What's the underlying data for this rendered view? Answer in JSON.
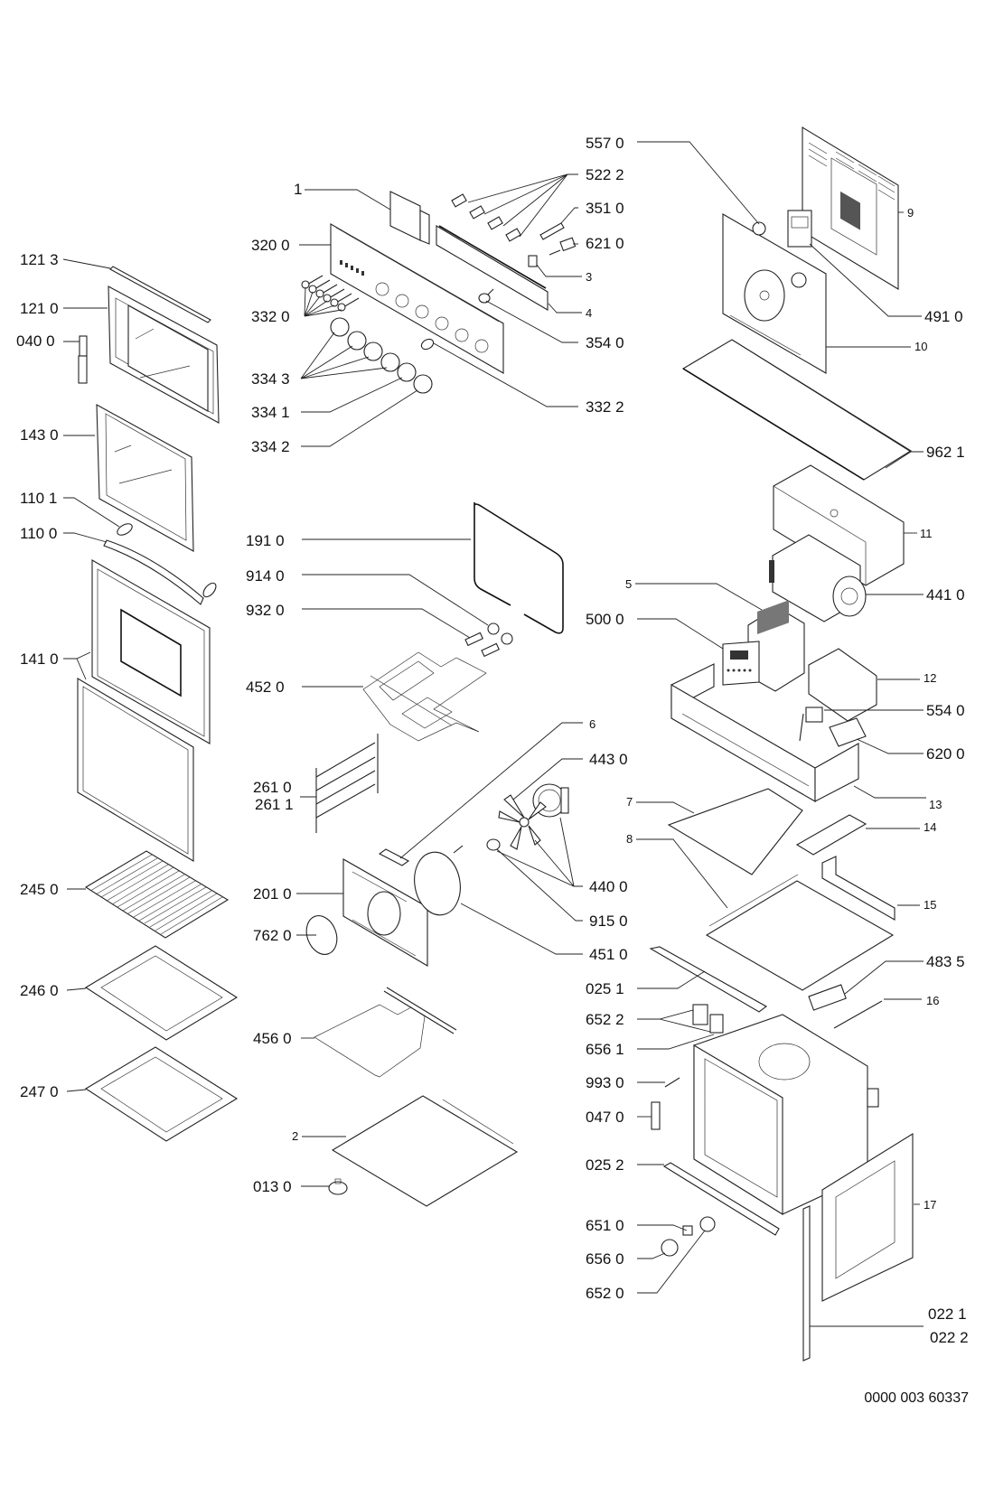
{
  "diagram": {
    "type": "exploded-parts-diagram",
    "subject": "built-in oven",
    "document_number": "0000 003 60337",
    "callouts": {
      "c_121_3": "121 3",
      "c_121_0": "121 0",
      "c_040_0": "040 0",
      "c_143_0": "143 0",
      "c_110_1": "110 1",
      "c_110_0": "110 0",
      "c_141_0": "141 0",
      "c_245_0": "245 0",
      "c_246_0": "246 0",
      "c_247_0": "247 0",
      "c_1": "1",
      "c_320_0": "320 0",
      "c_332_0": "332 0",
      "c_334_3": "334 3",
      "c_334_1": "334 1",
      "c_334_2": "334 2",
      "c_522_2": "522 2",
      "c_351_0": "351 0",
      "c_621_0": "621 0",
      "c_3": "3",
      "c_4": "4",
      "c_354_0": "354 0",
      "c_332_2": "332 2",
      "c_191_0": "191 0",
      "c_914_0": "914 0",
      "c_932_0": "932 0",
      "c_452_0": "452 0",
      "c_261_0": "261 0",
      "c_261_1": "261 1",
      "c_201_0": "201 0",
      "c_762_0": "762 0",
      "c_456_0": "456 0",
      "c_2": "2",
      "c_013_0": "013 0",
      "c_6": "6",
      "c_443_0": "443 0",
      "c_440_0": "440 0",
      "c_915_0": "915 0",
      "c_451_0": "451 0",
      "c_557_0": "557 0",
      "c_9": "9",
      "c_491_0": "491 0",
      "c_10": "10",
      "c_962_1": "962 1",
      "c_11": "11",
      "c_441_0": "441 0",
      "c_5": "5",
      "c_500_0": "500 0",
      "c_12": "12",
      "c_554_0": "554 0",
      "c_620_0": "620 0",
      "c_13": "13",
      "c_7": "7",
      "c_14": "14",
      "c_8": "8",
      "c_15": "15",
      "c_025_1": "025 1",
      "c_483_5": "483 5",
      "c_652_2": "652 2",
      "c_16": "16",
      "c_656_1": "656 1",
      "c_993_0": "993 0",
      "c_047_0": "047 0",
      "c_025_2": "025 2",
      "c_17": "17",
      "c_651_0": "651 0",
      "c_656_0": "656 0",
      "c_652_0": "652 0",
      "c_022_1": "022 1",
      "c_022_2": "022 2"
    }
  }
}
